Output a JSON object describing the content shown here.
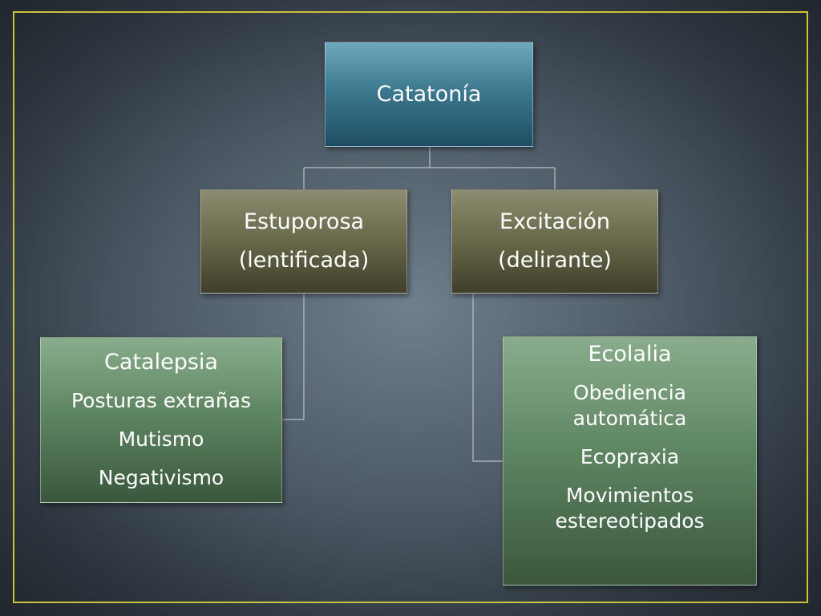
{
  "diagram": {
    "root": {
      "label": "Catatonía"
    },
    "branches": [
      {
        "label_lines": [
          "Estuporosa",
          "(lentificada)"
        ],
        "items": [
          "Catalepsia",
          "Posturas extrañas",
          "Mutismo",
          "Negativismo"
        ]
      },
      {
        "label_lines": [
          "Excitación",
          "(delirante)"
        ],
        "items": [
          "Ecolalia",
          "Obediencia automática",
          "Ecopraxia",
          "Movimientos estereotipados"
        ]
      }
    ]
  }
}
